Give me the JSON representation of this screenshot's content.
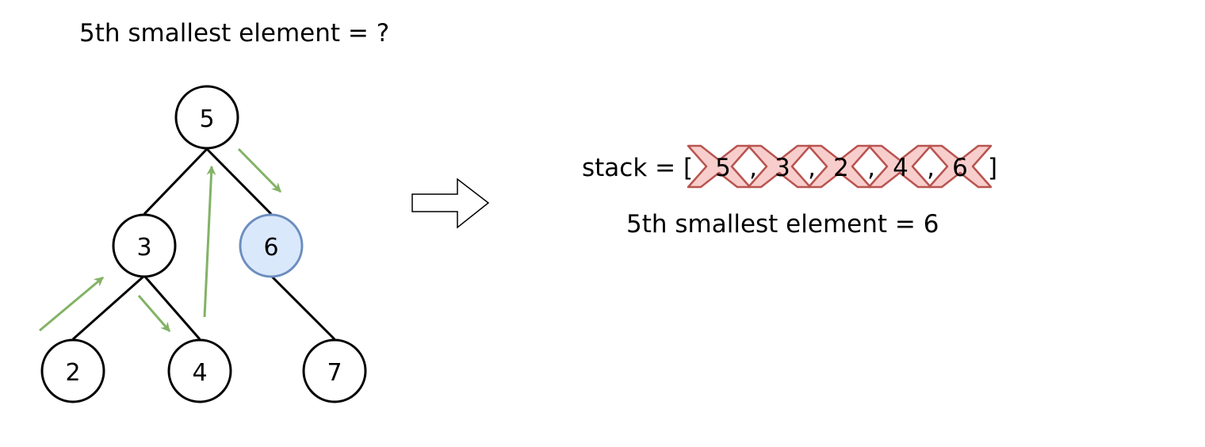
{
  "question": "5th smallest element = ?",
  "tree": {
    "nodes": [
      {
        "id": "n5",
        "value": "5",
        "highlighted": false
      },
      {
        "id": "n3",
        "value": "3",
        "highlighted": false
      },
      {
        "id": "n6",
        "value": "6",
        "highlighted": true
      },
      {
        "id": "n2",
        "value": "2",
        "highlighted": false
      },
      {
        "id": "n4",
        "value": "4",
        "highlighted": false
      },
      {
        "id": "n7",
        "value": "7",
        "highlighted": false
      }
    ],
    "edges": [
      [
        "n5",
        "n3"
      ],
      [
        "n5",
        "n6"
      ],
      [
        "n3",
        "n2"
      ],
      [
        "n3",
        "n4"
      ],
      [
        "n6",
        "n7"
      ]
    ]
  },
  "stack": {
    "prefix": "stack = [",
    "items": [
      "5",
      "3",
      "2",
      "4",
      "6"
    ],
    "separator": ",",
    "suffix": "]"
  },
  "answer": "5th smallest element = 6",
  "colors": {
    "node_stroke": "#000000",
    "highlight_fill": "#dae8fc",
    "highlight_stroke": "#6c8ebf",
    "traversal_arrow": "#82b366",
    "popped_fill": "#f8cecc",
    "popped_stroke": "#b85450"
  },
  "icons": {
    "transform_arrow": "right-hollow-arrow-icon",
    "popped_marker": "cross-out-icon"
  }
}
